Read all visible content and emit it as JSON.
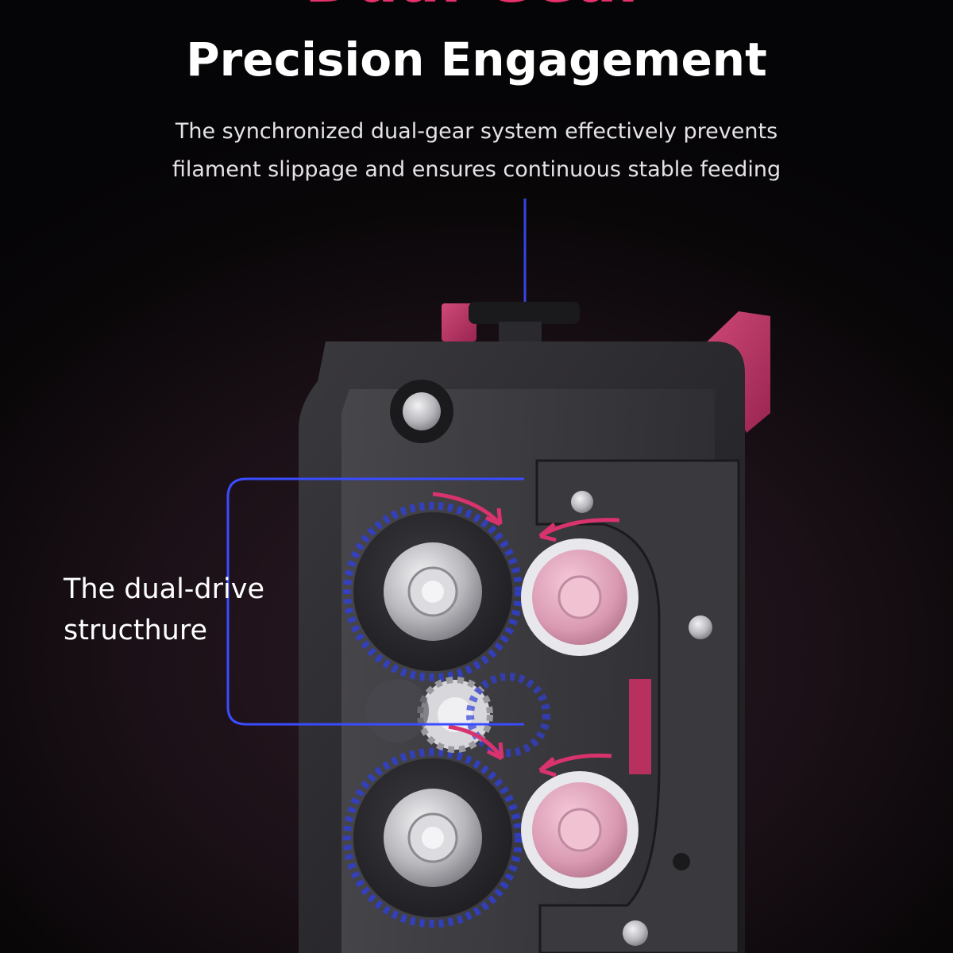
{
  "heading": {
    "top_line": "Dual Gear",
    "title": "Precision Engagement"
  },
  "description": {
    "line1": "The synchronized dual-gear system effectively prevents",
    "line2": "filament slippage and ensures continuous stable feeding"
  },
  "callout": {
    "line1": "The dual-drive",
    "line2": "structhure"
  },
  "colors": {
    "accent": "#e8306a",
    "highlight_blue": "#3a4cff",
    "body_dark": "#2b2b2f"
  }
}
